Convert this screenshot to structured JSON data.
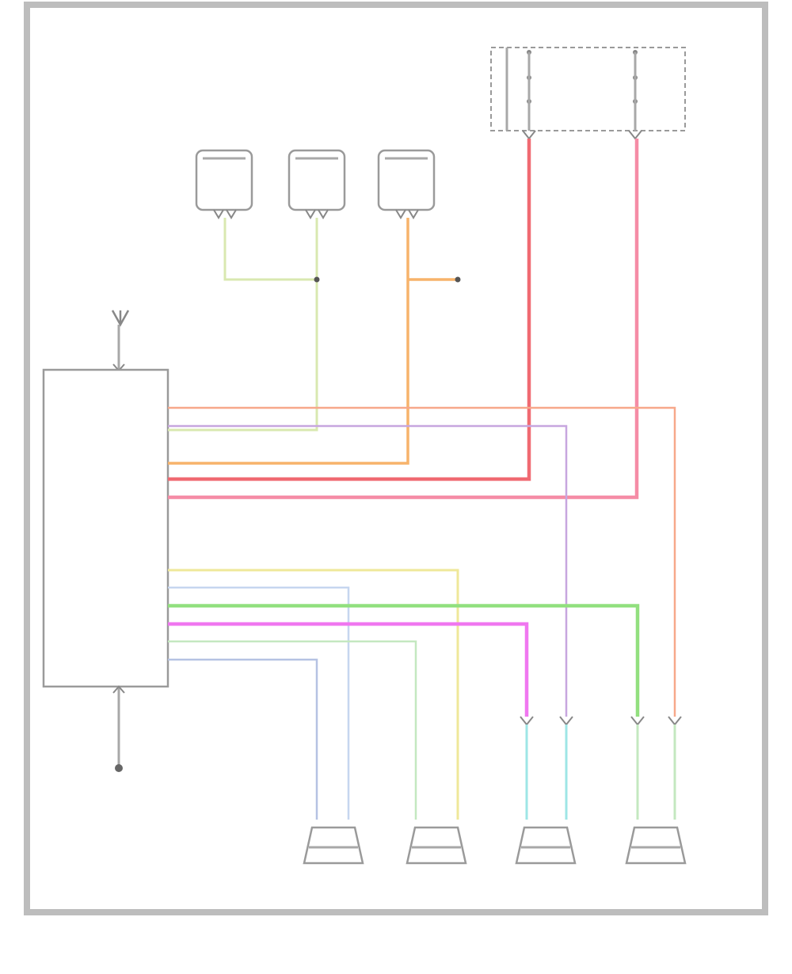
{
  "diagram": {
    "id_label": "",
    "antenna_label": "",
    "radio_label": "",
    "ground_text": "",
    "ground_location": "",
    "splice_note_left": "",
    "splice_note_right": "",
    "splice_right_label": "",
    "devices_top": [
      {
        "name": "device-1",
        "title": "",
        "body": ""
      },
      {
        "name": "device-2",
        "title": "",
        "body": ""
      },
      {
        "name": "device-3",
        "title": "",
        "body": ""
      }
    ],
    "junction_title": "",
    "junction_side": "",
    "radio_pins": [
      "",
      "",
      "",
      "",
      "",
      "",
      "",
      "",
      "",
      "",
      "",
      ""
    ],
    "speakers": [
      {
        "name": "speaker-1",
        "label": ""
      },
      {
        "name": "speaker-2",
        "label": ""
      },
      {
        "name": "speaker-3",
        "label": ""
      },
      {
        "name": "speaker-4",
        "label": ""
      }
    ],
    "colors": {
      "yellow_green": "#d9e8b0",
      "yellow": "#efe89a",
      "orange": "#f7b36b",
      "red": "#f06a72",
      "pink": "#f58ca6",
      "salmon": "#f7a88a",
      "purple": "#c7a6df",
      "light_blue": "#c6d6ef",
      "blue_gray": "#b5c2e3",
      "green": "#92e07f",
      "magenta": "#f077f0",
      "cyan": "#9ee6e6",
      "pale_green": "#c4e8c0",
      "gray": "#a8a8a8"
    }
  }
}
